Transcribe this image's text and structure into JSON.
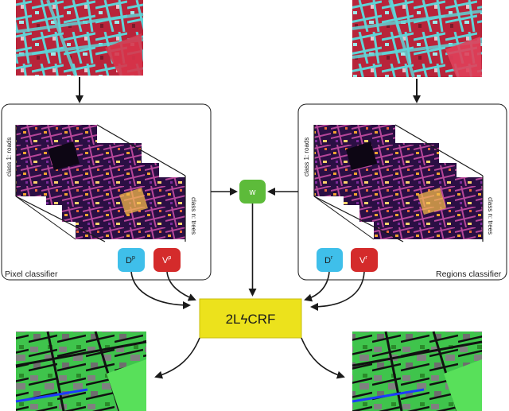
{
  "labels": {
    "pixel_panel": "Pixel classifier",
    "regions_panel": "Regions classifier",
    "class_first": "class 1: roads",
    "class_last": "class n: trees",
    "weight_node": "w",
    "crf_node": "2LϟCRF"
  },
  "chips": {
    "pixel_d": {
      "base": "D",
      "sup": "p"
    },
    "pixel_v": {
      "base": "V",
      "sup": "p"
    },
    "region_d": {
      "base": "D",
      "sup": "r"
    },
    "region_v": {
      "base": "V",
      "sup": "r"
    }
  },
  "colors": {
    "data_chip": "#3fbfea",
    "potential_chip": "#d42b2b",
    "weight_node": "#5dbb3a",
    "crf_node": "#ece21c",
    "aerial_red": "#c8283c",
    "aerial_cyan": "#5fd3d6",
    "heat_dark": "#2a1040",
    "heat_hot": "#f0a030",
    "map_green": "#3cc24a",
    "map_grey": "#808080",
    "map_black": "#111111",
    "map_blue": "#1c3cff"
  }
}
